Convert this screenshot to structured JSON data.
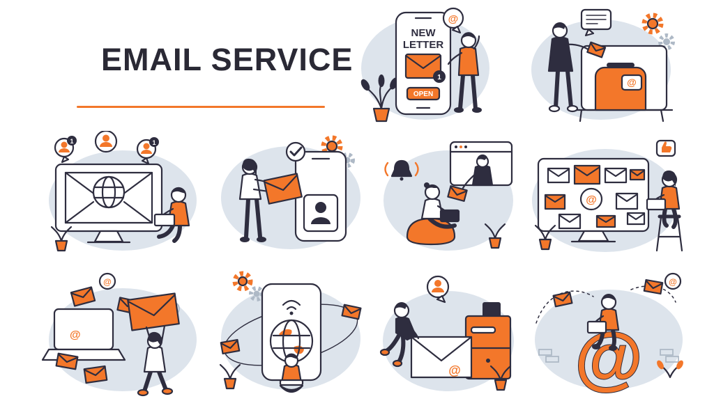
{
  "page": {
    "title": "EMAIL SERVICE"
  },
  "colors": {
    "accent": "#f3772a",
    "outline_dark": "#2e2d3f",
    "blob_light": "#dde4ec",
    "gray": "#aeb9c6",
    "background": "#ffffff"
  },
  "texts": {
    "new": "NEW",
    "letter": "LETTER",
    "open": "OPEN",
    "at": "@",
    "one": "1"
  },
  "scenes": [
    {
      "name": "new-letter-phone"
    },
    {
      "name": "mailbox-posting"
    },
    {
      "name": "incoming-mail-monitor"
    },
    {
      "name": "envelope-to-phone"
    },
    {
      "name": "message-handoff"
    },
    {
      "name": "mailbox-full-monitor"
    },
    {
      "name": "sending-envelopes-laptop"
    },
    {
      "name": "global-mobile-mail"
    },
    {
      "name": "mail-delivery"
    },
    {
      "name": "at-sign-user"
    }
  ]
}
